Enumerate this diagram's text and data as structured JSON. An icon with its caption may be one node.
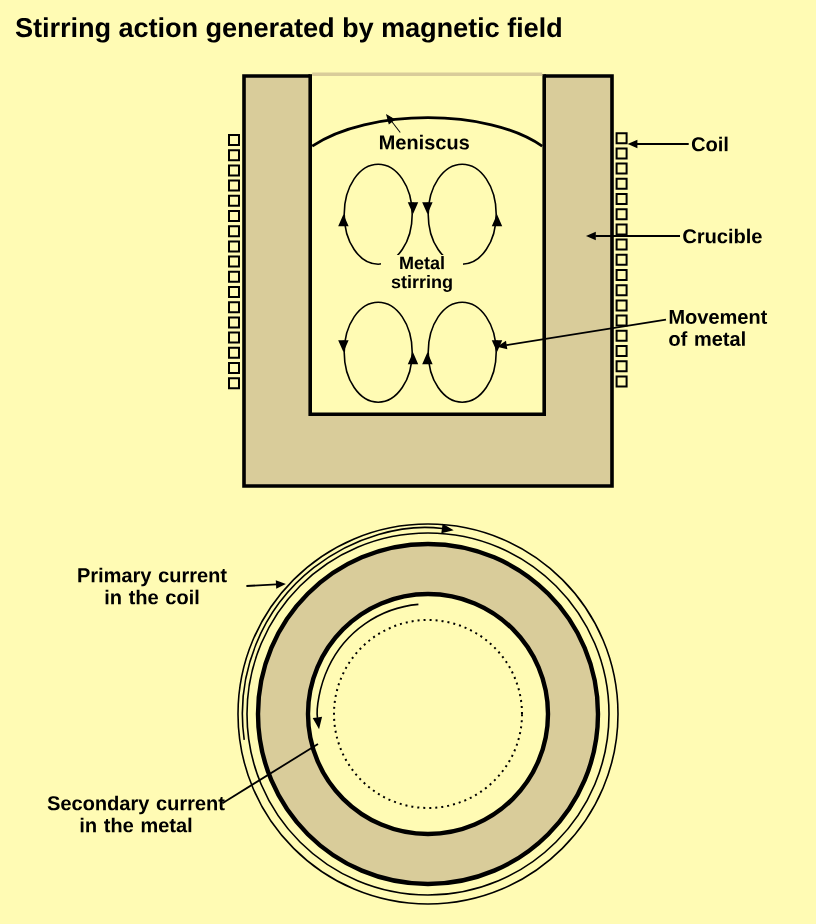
{
  "diagram": {
    "title": "Stirring action generated by magnetic field",
    "nodes": [
      {
        "text": [],
        "shape": "crucible"
      },
      {
        "text": [
          "Meniscus"
        ],
        "in": 0
      },
      {
        "text": [],
        "shape": "loop",
        "in": 0
      },
      {
        "text": [],
        "shape": "loop",
        "in": 0
      },
      {
        "text": [],
        "shape": "loop",
        "in": 0
      },
      {
        "text": [],
        "shape": "loop",
        "in": 0
      },
      {
        "text": [],
        "shape": "coil"
      },
      {
        "text": [
          "Coil"
        ]
      },
      {
        "text": [
          "Crucible"
        ]
      },
      {
        "text": [
          "Movement of metal"
        ]
      },
      {
        "text": [
          "Primary current in the coil"
        ]
      },
      {
        "text": [
          "Secondary current in the metal"
        ]
      }
    ],
    "edges": [
      {
        "from": 1,
        "to": null,
        "arrow": "to"
      },
      {
        "from": 7,
        "to": 6,
        "arrow": "to"
      },
      {
        "from": 8,
        "to": 0,
        "arrow": "to"
      },
      {
        "from": 9,
        "to": 5,
        "arrow": "to"
      },
      {
        "from": 10,
        "to": null,
        "arrow": "to"
      },
      {
        "from": 11,
        "to": null,
        "arrow": "none"
      }
    ],
    "labels": [
      "Metal stirring"
    ]
  }
}
